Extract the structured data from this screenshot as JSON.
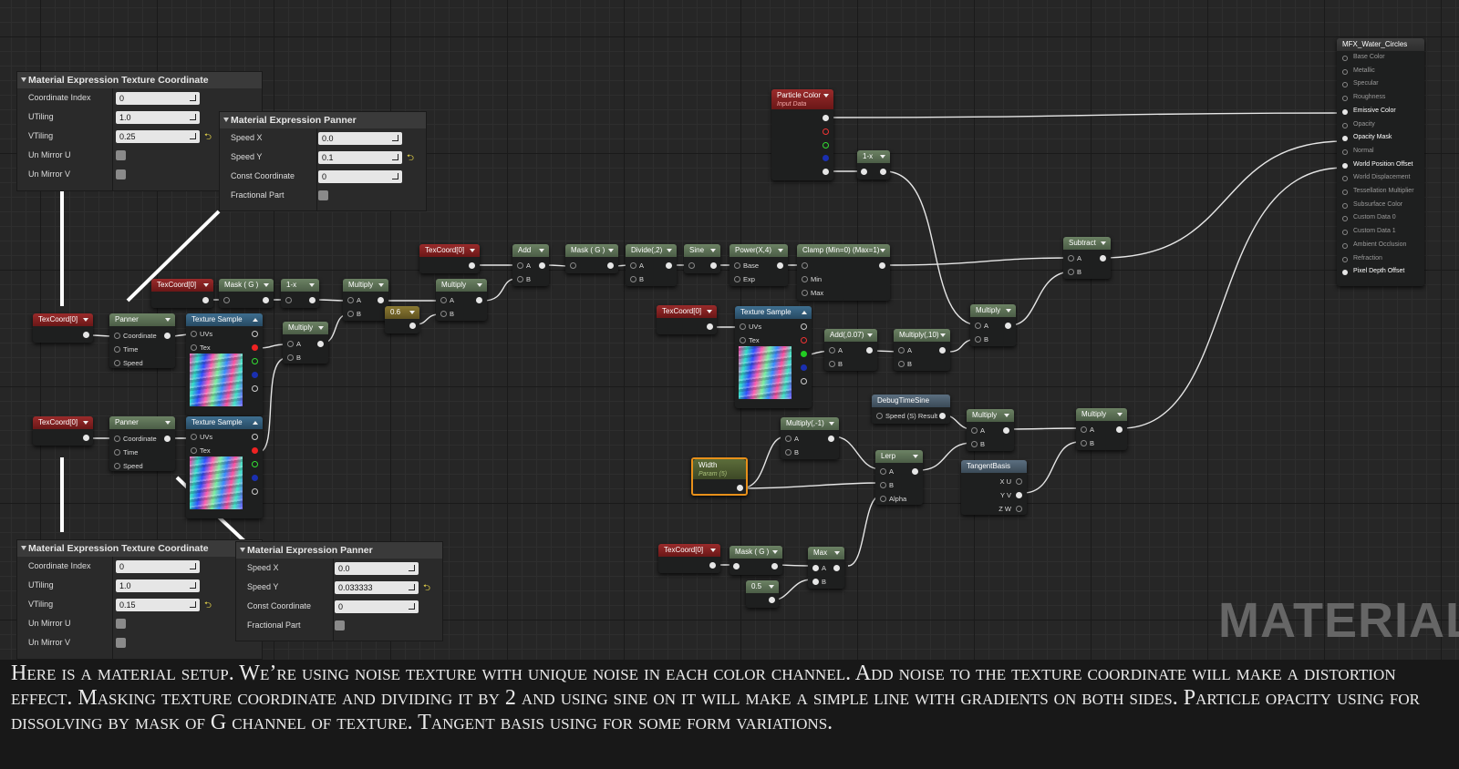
{
  "panels": {
    "tc1": {
      "title": "Material Expression Texture Coordinate",
      "rows": [
        {
          "label": "Coordinate Index",
          "value": "0"
        },
        {
          "label": "UTiling",
          "value": "1.0"
        },
        {
          "label": "VTiling",
          "value": "0.25"
        },
        {
          "label": "Un Mirror U"
        },
        {
          "label": "Un Mirror V"
        }
      ]
    },
    "pan1": {
      "title": "Material Expression Panner",
      "rows": [
        {
          "label": "Speed X",
          "value": "0.0"
        },
        {
          "label": "Speed Y",
          "value": "0.1"
        },
        {
          "label": "Const Coordinate",
          "value": "0"
        },
        {
          "label": "Fractional Part"
        }
      ]
    },
    "tc2": {
      "title": "Material Expression Texture Coordinate",
      "rows": [
        {
          "label": "Coordinate Index",
          "value": "0"
        },
        {
          "label": "UTiling",
          "value": "1.0"
        },
        {
          "label": "VTiling",
          "value": "0.15"
        },
        {
          "label": "Un Mirror U"
        },
        {
          "label": "Un Mirror V"
        }
      ]
    },
    "pan2": {
      "title": "Material Expression Panner",
      "rows": [
        {
          "label": "Speed X",
          "value": "0.0"
        },
        {
          "label": "Speed Y",
          "value": "0.033333"
        },
        {
          "label": "Const Coordinate",
          "value": "0"
        },
        {
          "label": "Fractional Part"
        }
      ]
    }
  },
  "nodes": {
    "texcoord": "TexCoord[0]",
    "panner": "Panner",
    "panner_pins": [
      "Coordinate",
      "Time",
      "Speed"
    ],
    "texsample": "Texture Sample",
    "texsample_pins": [
      "UVs",
      "Tex"
    ],
    "mask_g": "Mask ( G )",
    "one_minus_x": "1-x",
    "multiply": "Multiply",
    "add": "Add",
    "divide": "Divide(,2)",
    "sine": "Sine",
    "power": "Power(X,4)",
    "power_pins": [
      "Base",
      "Exp"
    ],
    "clamp": "Clamp (Min=0) (Max=1)",
    "clamp_pins": [
      "Min",
      "Max"
    ],
    "const_06": "0.6",
    "const_05": "0.5",
    "particle_color": "Particle Color",
    "particle_color_sub": "Input Data",
    "add_007": "Add(,0.07)",
    "multiply_10": "Multiply(,10)",
    "multiply_neg1": "Multiply(,-1)",
    "subtract": "Subtract",
    "max": "Max",
    "lerp": "Lerp",
    "lerp_pins": [
      "A",
      "B",
      "Alpha"
    ],
    "width": "Width",
    "width_sub": "Param (5)",
    "debug": "DebugTimeSine",
    "debug_pin": "Speed (S) Result",
    "tangent": "TangentBasis",
    "tangent_pins": [
      "X U",
      "Y V",
      "Z W"
    ],
    "pin_a": "A",
    "pin_b": "B",
    "result": {
      "title": "MFX_Water_Circles",
      "pins": [
        "Base Color",
        "Metallic",
        "Specular",
        "Roughness",
        "Emissive Color",
        "Opacity",
        "Opacity Mask",
        "Normal",
        "World Position Offset",
        "World Displacement",
        "Tessellation Multiplier",
        "Subsurface Color",
        "Custom Data 0",
        "Custom Data 1",
        "Ambient Occlusion",
        "Refraction",
        "Pixel Depth Offset"
      ],
      "active": [
        4,
        6,
        8,
        16
      ]
    }
  },
  "watermark": "MATERIAL",
  "caption": "Here is a material setup.  We’re using noise texture with unique noise in each color channel. Add noise to the texture coordinate will make a distortion effect. Masking texture coordinate and dividing it by 2 and using sine on it will make a simple line with gradients on both sides. Particle opacity using for dissolving by mask of G channel of texture. Tangent basis using for some form variations."
}
